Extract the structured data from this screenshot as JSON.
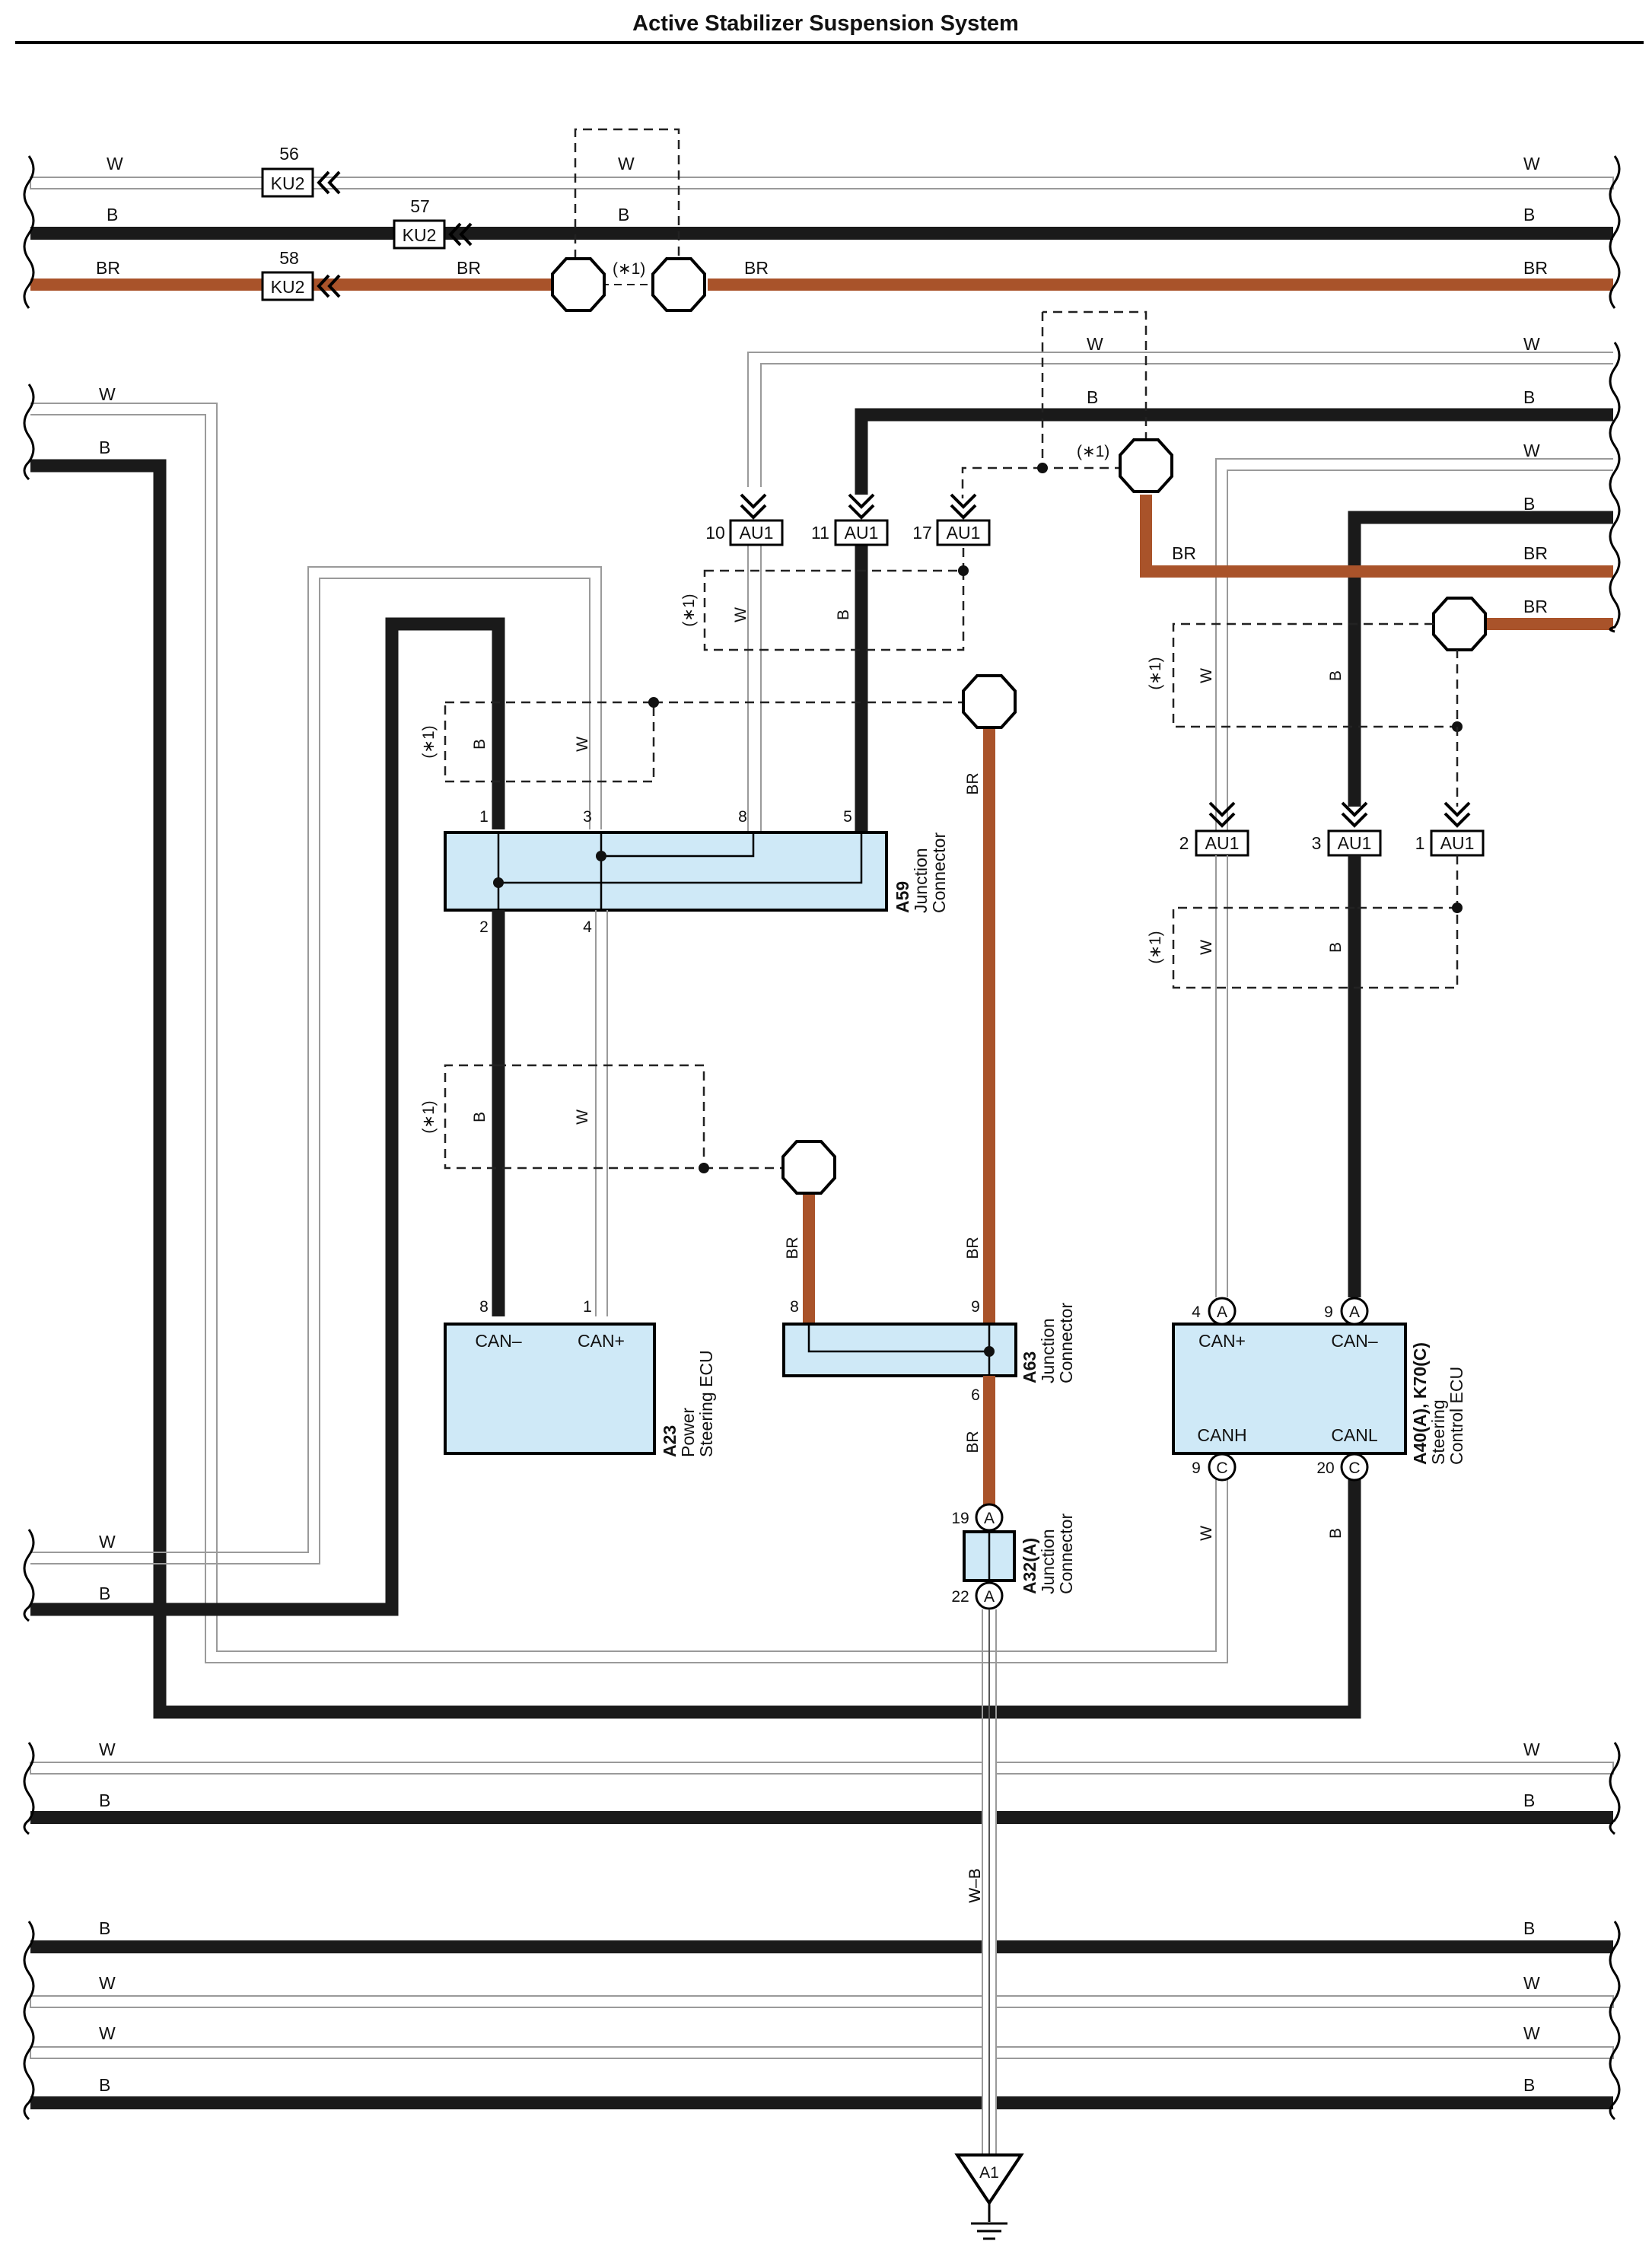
{
  "title": "Active Stabilizer Suspension System",
  "colors": {
    "wire_w_outline": "#9a9a9a",
    "wire_b": "#1a1a1a",
    "wire_br": "#a9532a",
    "connector_fill": "#cfe9f7",
    "dashed": "#222222"
  },
  "icons": [
    "wire-break-icon",
    "splice-icon",
    "in-line-connector-icon",
    "ground-icon",
    "circle-pin-icon"
  ],
  "wire_labels": {
    "w": "W",
    "b": "B",
    "br": "BR",
    "wb": "W–B"
  },
  "optional_mark": "(∗1)",
  "inline_connectors": [
    {
      "code": "KU2",
      "pin": "56"
    },
    {
      "code": "KU2",
      "pin": "57"
    },
    {
      "code": "KU2",
      "pin": "58"
    },
    {
      "code": "AU1",
      "pin": "10"
    },
    {
      "code": "AU1",
      "pin": "11"
    },
    {
      "code": "AU1",
      "pin": "17"
    },
    {
      "code": "AU1",
      "pin": "2"
    },
    {
      "code": "AU1",
      "pin": "3"
    },
    {
      "code": "AU1",
      "pin": "1"
    }
  ],
  "components": {
    "a59": {
      "id": "A59",
      "name_line1": "Junction",
      "name_line2": "Connector",
      "pins": [
        "1",
        "3",
        "8",
        "5",
        "2",
        "4"
      ]
    },
    "a23": {
      "id": "A23",
      "name_line1": "Power",
      "name_line2": "Steering ECU",
      "pins": [
        "8",
        "1"
      ],
      "terminals": [
        "CAN–",
        "CAN+"
      ]
    },
    "a63": {
      "id": "A63",
      "name_line1": "Junction",
      "name_line2": "Connector",
      "pins": [
        "8",
        "9",
        "6"
      ]
    },
    "a32": {
      "id": "A32(A)",
      "name_line1": "Junction",
      "name_line2": "Connector",
      "pins": [
        "19",
        "22"
      ],
      "pin_letter": "A"
    },
    "a40": {
      "id": "A40(A), K70(C)",
      "name_line1": "Steering",
      "name_line2": "Control ECU",
      "pins": [
        "4",
        "9",
        "9",
        "20"
      ],
      "pin_letters": [
        "A",
        "A",
        "C",
        "C"
      ],
      "terminals": [
        "CAN+",
        "CAN–",
        "CANH",
        "CANL"
      ]
    }
  },
  "ground": {
    "id": "A1"
  }
}
